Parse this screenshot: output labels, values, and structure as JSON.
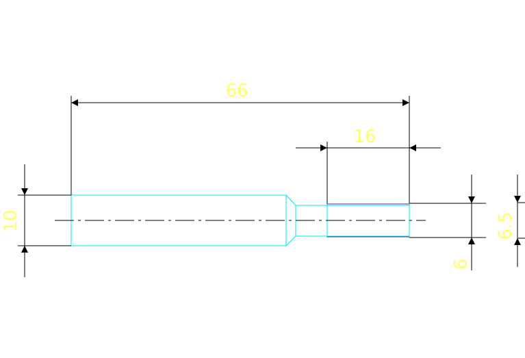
{
  "dimensions": {
    "overall_length": "66",
    "tail_length": "16",
    "left_diameter": "10",
    "right_diameter_a": "6",
    "right_diameter_b": "6.5"
  },
  "colors": {
    "part_outline": "#00e5ee",
    "dimension_text": "#ffff66",
    "dimension_line": "#000000",
    "center_line": "#000000",
    "highlight_edge": "#3333cc",
    "background": "#ffffff"
  }
}
